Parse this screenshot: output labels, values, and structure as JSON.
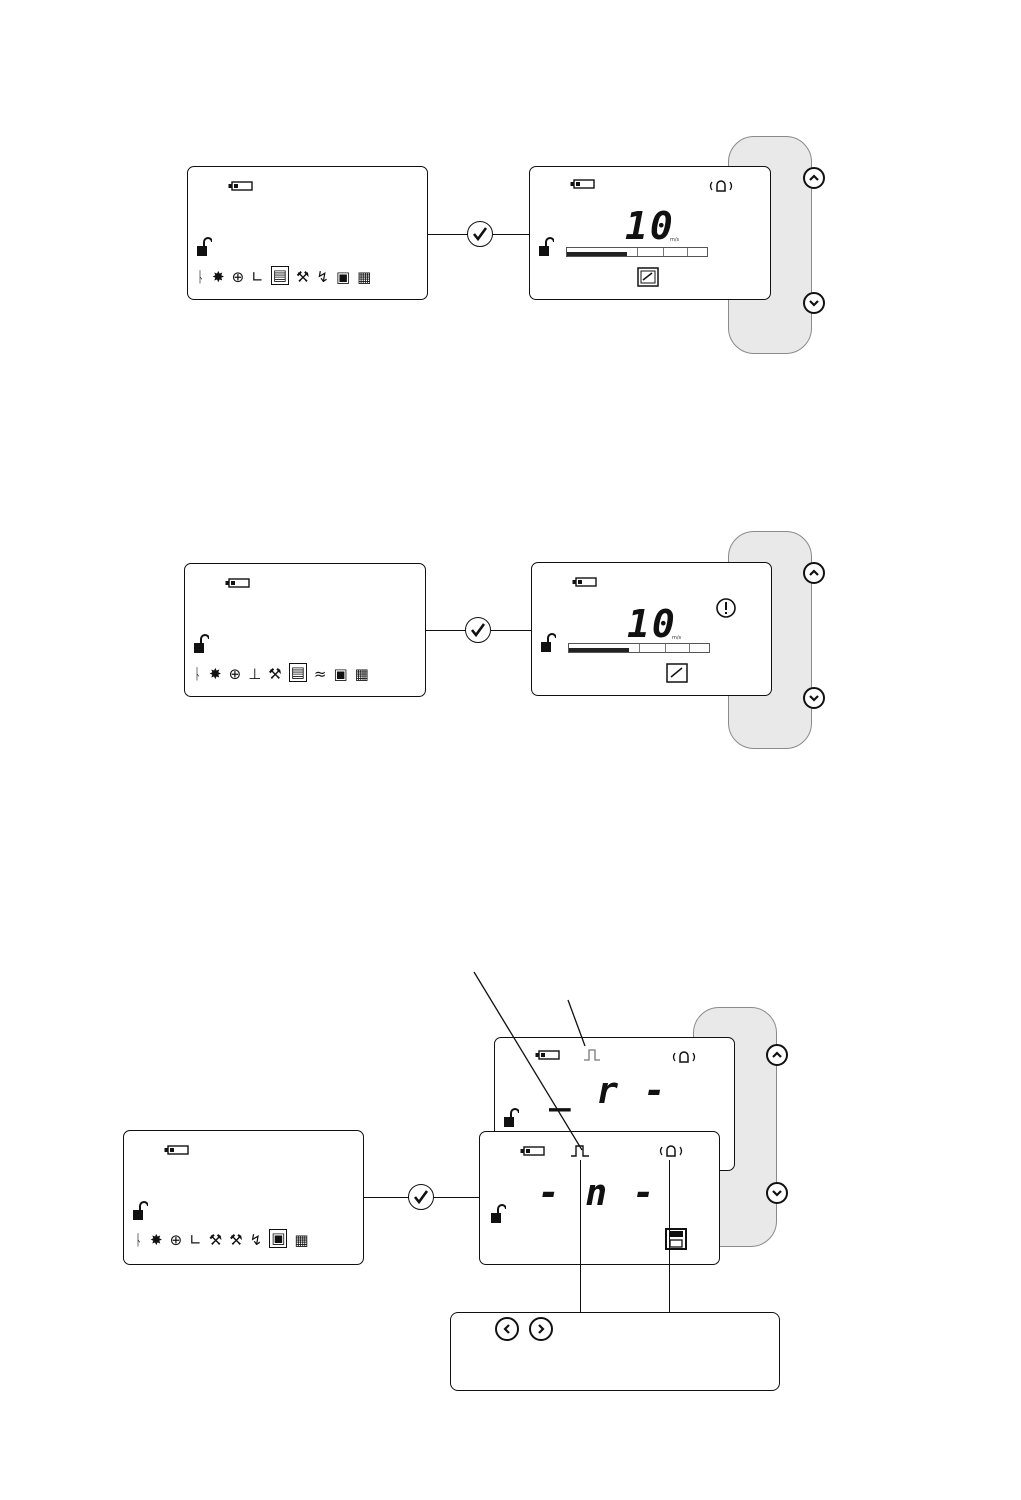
{
  "panels": {
    "p1_left": {
      "icons": [
        "sensor-menu-icon",
        "dot-star-icon",
        "crosshair-icon",
        "corner-icon",
        "level-menu-icon",
        "wrench-icon",
        "tool-icon",
        "memory-icon",
        "grid-icon"
      ],
      "selected_icon": 4
    },
    "p1_right": {
      "reading": "10",
      "unit": "m/s",
      "status": "bell"
    },
    "p2_left": {
      "icons": [
        "sensor-menu-icon",
        "dot-star-icon",
        "crosshair-icon",
        "corner-icon",
        "wrench-icon",
        "level-menu-icon",
        "curve-icon",
        "memory-icon",
        "grid-icon"
      ],
      "selected_icon": 5
    },
    "p2_right": {
      "reading": "10",
      "unit": "m/s",
      "status": "warning"
    },
    "p3_left": {
      "icons": [
        "sensor-menu-icon",
        "dot-star-icon",
        "crosshair-icon",
        "corner-icon",
        "wrench-icon",
        "wrench-icon",
        "tool-icon",
        "memory-icon",
        "grid-icon"
      ],
      "selected_icon": 7
    },
    "p3_back": {
      "reading": "_ r -"
    },
    "p3_front": {
      "reading": "- n -"
    }
  },
  "glyphs": {
    "up": "⌃",
    "down": "⌄",
    "left": "<",
    "right": ">",
    "check": "✓",
    "lock": "🔓"
  }
}
